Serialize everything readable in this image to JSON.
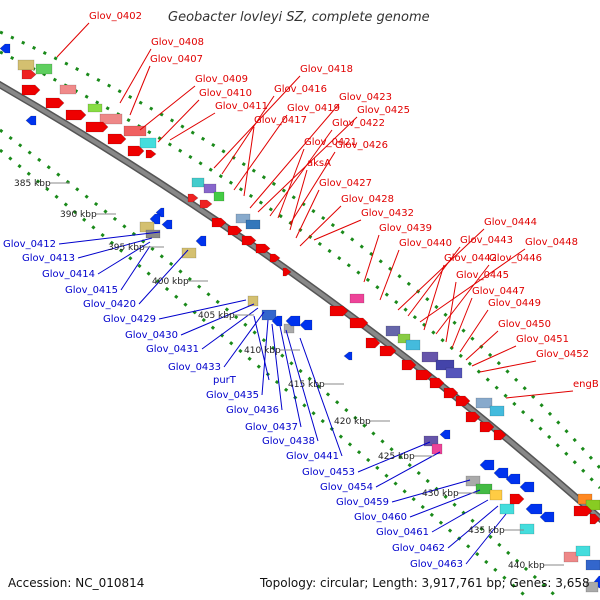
{
  "title": "Geobacter lovleyi SZ, complete genome",
  "footer": {
    "accession": "Accession: NC_010814",
    "topology": "Topology: circular; Length: 3,917,761 bp; Genes: 3,658"
  },
  "colors": {
    "forward_label": "#e00000",
    "reverse_label": "#0000cc",
    "backbone": "#888888",
    "kbp_dots": "#1a8a1a",
    "forward_gene": "#ee0000",
    "reverse_gene": "#0033ee"
  },
  "kbp_ticks": [
    "385 kbp",
    "390 kbp",
    "395 kbp",
    "400 kbp",
    "405 kbp",
    "410 kbp",
    "415 kbp",
    "420 kbp",
    "425 kbp",
    "430 kbp",
    "435 kbp",
    "440 kbp"
  ],
  "forward_genes": [
    "Glov_0402",
    "Glov_0408",
    "Glov_0407",
    "Glov_0409",
    "Glov_0410",
    "Glov_0411",
    "Glov_0418",
    "Glov_0416",
    "Glov_0419",
    "Glov_0417",
    "Glov_0423",
    "Glov_0425",
    "Glov_0422",
    "Glov_0421",
    "Glov_0426",
    "aksA",
    "Glov_0427",
    "Glov_0428",
    "Glov_0432",
    "Glov_0439",
    "Glov_0440",
    "Glov_0444",
    "Glov_0443",
    "Glov_0448",
    "Glov_0442",
    "Glov_0446",
    "Glov_0445",
    "Glov_0447",
    "Glov_0449",
    "Glov_0450",
    "Glov_0451",
    "Glov_0452",
    "engB"
  ],
  "reverse_genes": [
    "Glov_0412",
    "Glov_0413",
    "Glov_0414",
    "Glov_0415",
    "Glov_0420",
    "Glov_0429",
    "Glov_0430",
    "Glov_0431",
    "Glov_0433",
    "purT",
    "Glov_0435",
    "Glov_0436",
    "Glov_0437",
    "Glov_0438",
    "Glov_0441",
    "Glov_0453",
    "Glov_0454",
    "Glov_0459",
    "Glov_0460",
    "Glov_0461",
    "Glov_0462",
    "Glov_0463"
  ]
}
